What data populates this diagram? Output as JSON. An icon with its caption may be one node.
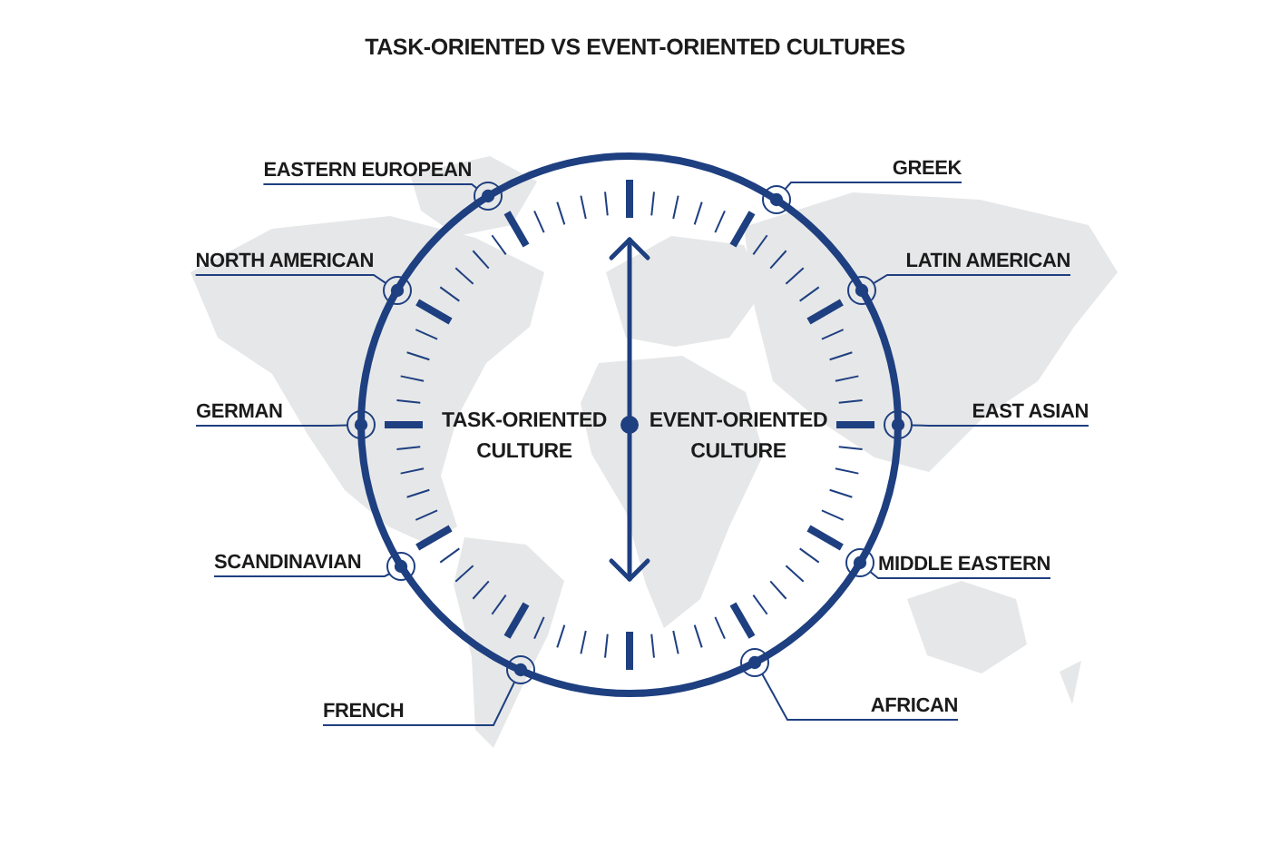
{
  "diagram": {
    "title": "TASK-ORIENTED VS EVENT-ORIENTED CULTURES",
    "nodes": [
      {
        "text": [
          "TASK-ORIENTED CULTURE",
          "EVENT-ORIENTED CULTURE"
        ]
      },
      {
        "text": [
          "EASTERN EUROPEAN"
        ]
      },
      {
        "text": [],
        "shape": "circle"
      },
      {
        "text": [
          "GREEK"
        ]
      },
      {
        "text": [],
        "shape": "circle"
      },
      {
        "text": [
          "NORTH AMERICAN"
        ]
      },
      {
        "text": [],
        "shape": "circle"
      },
      {
        "text": [
          "LATIN AMERICAN"
        ]
      },
      {
        "text": [],
        "shape": "circle"
      },
      {
        "text": [
          "GERMAN"
        ]
      },
      {
        "text": [],
        "shape": "circle"
      },
      {
        "text": [
          "EAST ASIAN"
        ]
      },
      {
        "text": [],
        "shape": "circle"
      },
      {
        "text": [
          "SCANDINAVIAN"
        ]
      },
      {
        "text": [],
        "shape": "circle"
      },
      {
        "text": [
          "MIDDLE EASTERN"
        ]
      },
      {
        "text": [],
        "shape": "circle"
      },
      {
        "text": [
          "FRENCH"
        ]
      },
      {
        "text": [],
        "shape": "circle"
      },
      {
        "text": [
          "AFRICAN"
        ]
      },
      {
        "text": [],
        "shape": "circle"
      }
    ],
    "edges": [
      {
        "from": 1,
        "to": 2,
        "arrow": "none"
      },
      {
        "from": 3,
        "to": 4,
        "arrow": "none"
      },
      {
        "from": 5,
        "to": 6,
        "arrow": "none"
      },
      {
        "from": 7,
        "to": 8,
        "arrow": "none"
      },
      {
        "from": 9,
        "to": 10,
        "arrow": "none"
      },
      {
        "from": 11,
        "to": 12,
        "arrow": "none"
      },
      {
        "from": 13,
        "to": 14,
        "arrow": "none"
      },
      {
        "from": 15,
        "to": 16,
        "arrow": "none"
      },
      {
        "from": 17,
        "to": 18,
        "arrow": "none"
      },
      {
        "from": 19,
        "to": 20,
        "arrow": "none"
      }
    ]
  }
}
